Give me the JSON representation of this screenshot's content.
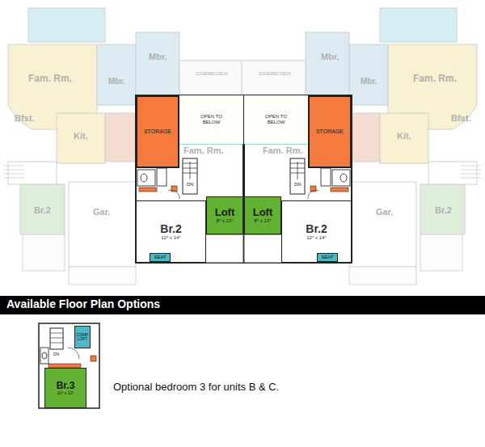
{
  "diagram": {
    "title": "Available Floor Plan Options",
    "caption": "Optional bedroom 3 for units B & C.",
    "nodes": [
      {
        "text": [
          "STORAGE"
        ]
      },
      {
        "text": [
          "OPEN TO BELOW"
        ]
      },
      {
        "text": [
          "OPEN TO BELOW"
        ]
      },
      {
        "text": [
          "STORAGE"
        ]
      },
      {
        "text": [
          "Br.2",
          "12⁰ x 14⁰"
        ]
      },
      {
        "text": [
          "SEAT"
        ],
        "in": 4
      },
      {
        "text": [
          "Loft",
          "8⁶ x 13⁰"
        ]
      },
      {
        "text": [
          "Loft",
          "8⁶ x 13⁰"
        ]
      },
      {
        "text": [
          "Br.2",
          "12⁰ x 14⁰"
        ]
      },
      {
        "text": [
          "SEAT"
        ],
        "in": 8
      },
      {
        "text": [
          "COMP. LOFT"
        ]
      },
      {
        "text": [
          "Br.3",
          "10⁰ x 12⁰"
        ]
      }
    ],
    "labels": [
      "Mbr.",
      "COVERED DECK",
      "COVERED DECK",
      "Mbr.",
      "Fam. Rm.",
      "Mbr.",
      "Mbr.",
      "Fam. Rm.",
      "Bfst.",
      "Kit.",
      "Fam. Rm.",
      "Fam. Rm.",
      "Kit.",
      "Bfst.",
      "DN",
      "DN",
      "Br.2",
      "Gar.",
      "Gar.",
      "Br.2",
      "DN"
    ]
  }
}
